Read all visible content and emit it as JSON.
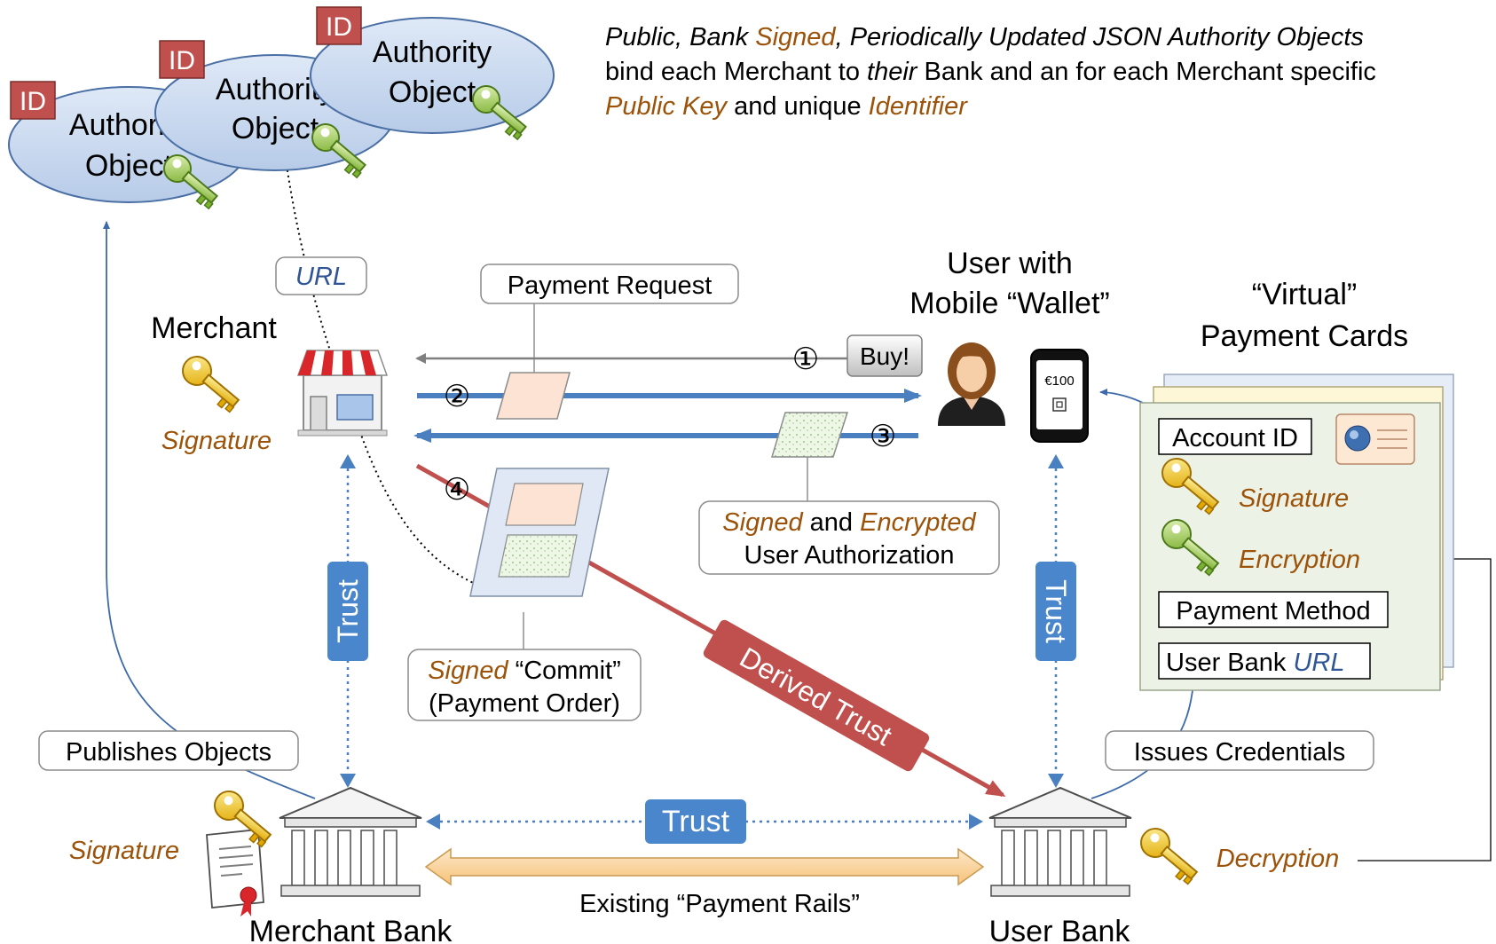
{
  "authority_objects": [
    {
      "id_badge": "ID",
      "line1": "Authority",
      "line2": "Object"
    },
    {
      "id_badge": "ID",
      "line1": "Authority",
      "line2": "Object"
    },
    {
      "id_badge": "ID",
      "line1": "Authority",
      "line2": "Object"
    }
  ],
  "description": {
    "line1_a": "Public, Bank ",
    "line1_b": "Signed",
    "line1_c": ", Periodically Updated JSON Authority Objects",
    "line2_a": "bind each Merchant to ",
    "line2_b": "their",
    "line2_c": " Bank and an for each Merchant specific",
    "line3_a": "Public Key",
    "line3_b": " and unique ",
    "line3_c": "Identifier"
  },
  "merchant": {
    "title": "Merchant",
    "signature": "Signature"
  },
  "url_label": "URL",
  "payment_request": "Payment Request",
  "buy_button": "Buy!",
  "step_markers": [
    "①",
    "②",
    "③",
    "④"
  ],
  "user": {
    "line1": "User with",
    "line2": "Mobile “Wallet”",
    "phone_amount": "€100"
  },
  "virtual_cards": {
    "title_line1": "“Virtual”",
    "title_line2": "Payment Cards",
    "account_id": "Account ID",
    "signature": "Signature",
    "encryption": "Encryption",
    "payment_method": "Payment Method",
    "user_bank": "User Bank ",
    "url": "URL"
  },
  "user_authorization": {
    "signed": "Signed",
    "and": " and ",
    "encrypted": "Encrypted",
    "line2": "User Authorization"
  },
  "commit": {
    "signed": "Signed",
    "rest": " “Commit”",
    "line2": "(Payment Order)"
  },
  "trust": "Trust",
  "derived_trust": "Derived Trust",
  "publishes_objects": "Publishes Objects",
  "issues_credentials": "Issues Credentials",
  "merchant_bank": {
    "title": "Merchant Bank",
    "signature": "Signature"
  },
  "user_bank": {
    "title": "User Bank",
    "decryption": "Decryption"
  },
  "payment_rails": "Existing “Payment Rails”",
  "colors": {
    "brown_text": "#9c5208",
    "blue_text": "#2f5597",
    "trust_box": "#4a86cc",
    "derived_trust": "#c0504d",
    "flow_arrow": "#4a7fc0",
    "cloud_fill": "#c9d9f0",
    "rails_fill": "#fbd7a4"
  }
}
